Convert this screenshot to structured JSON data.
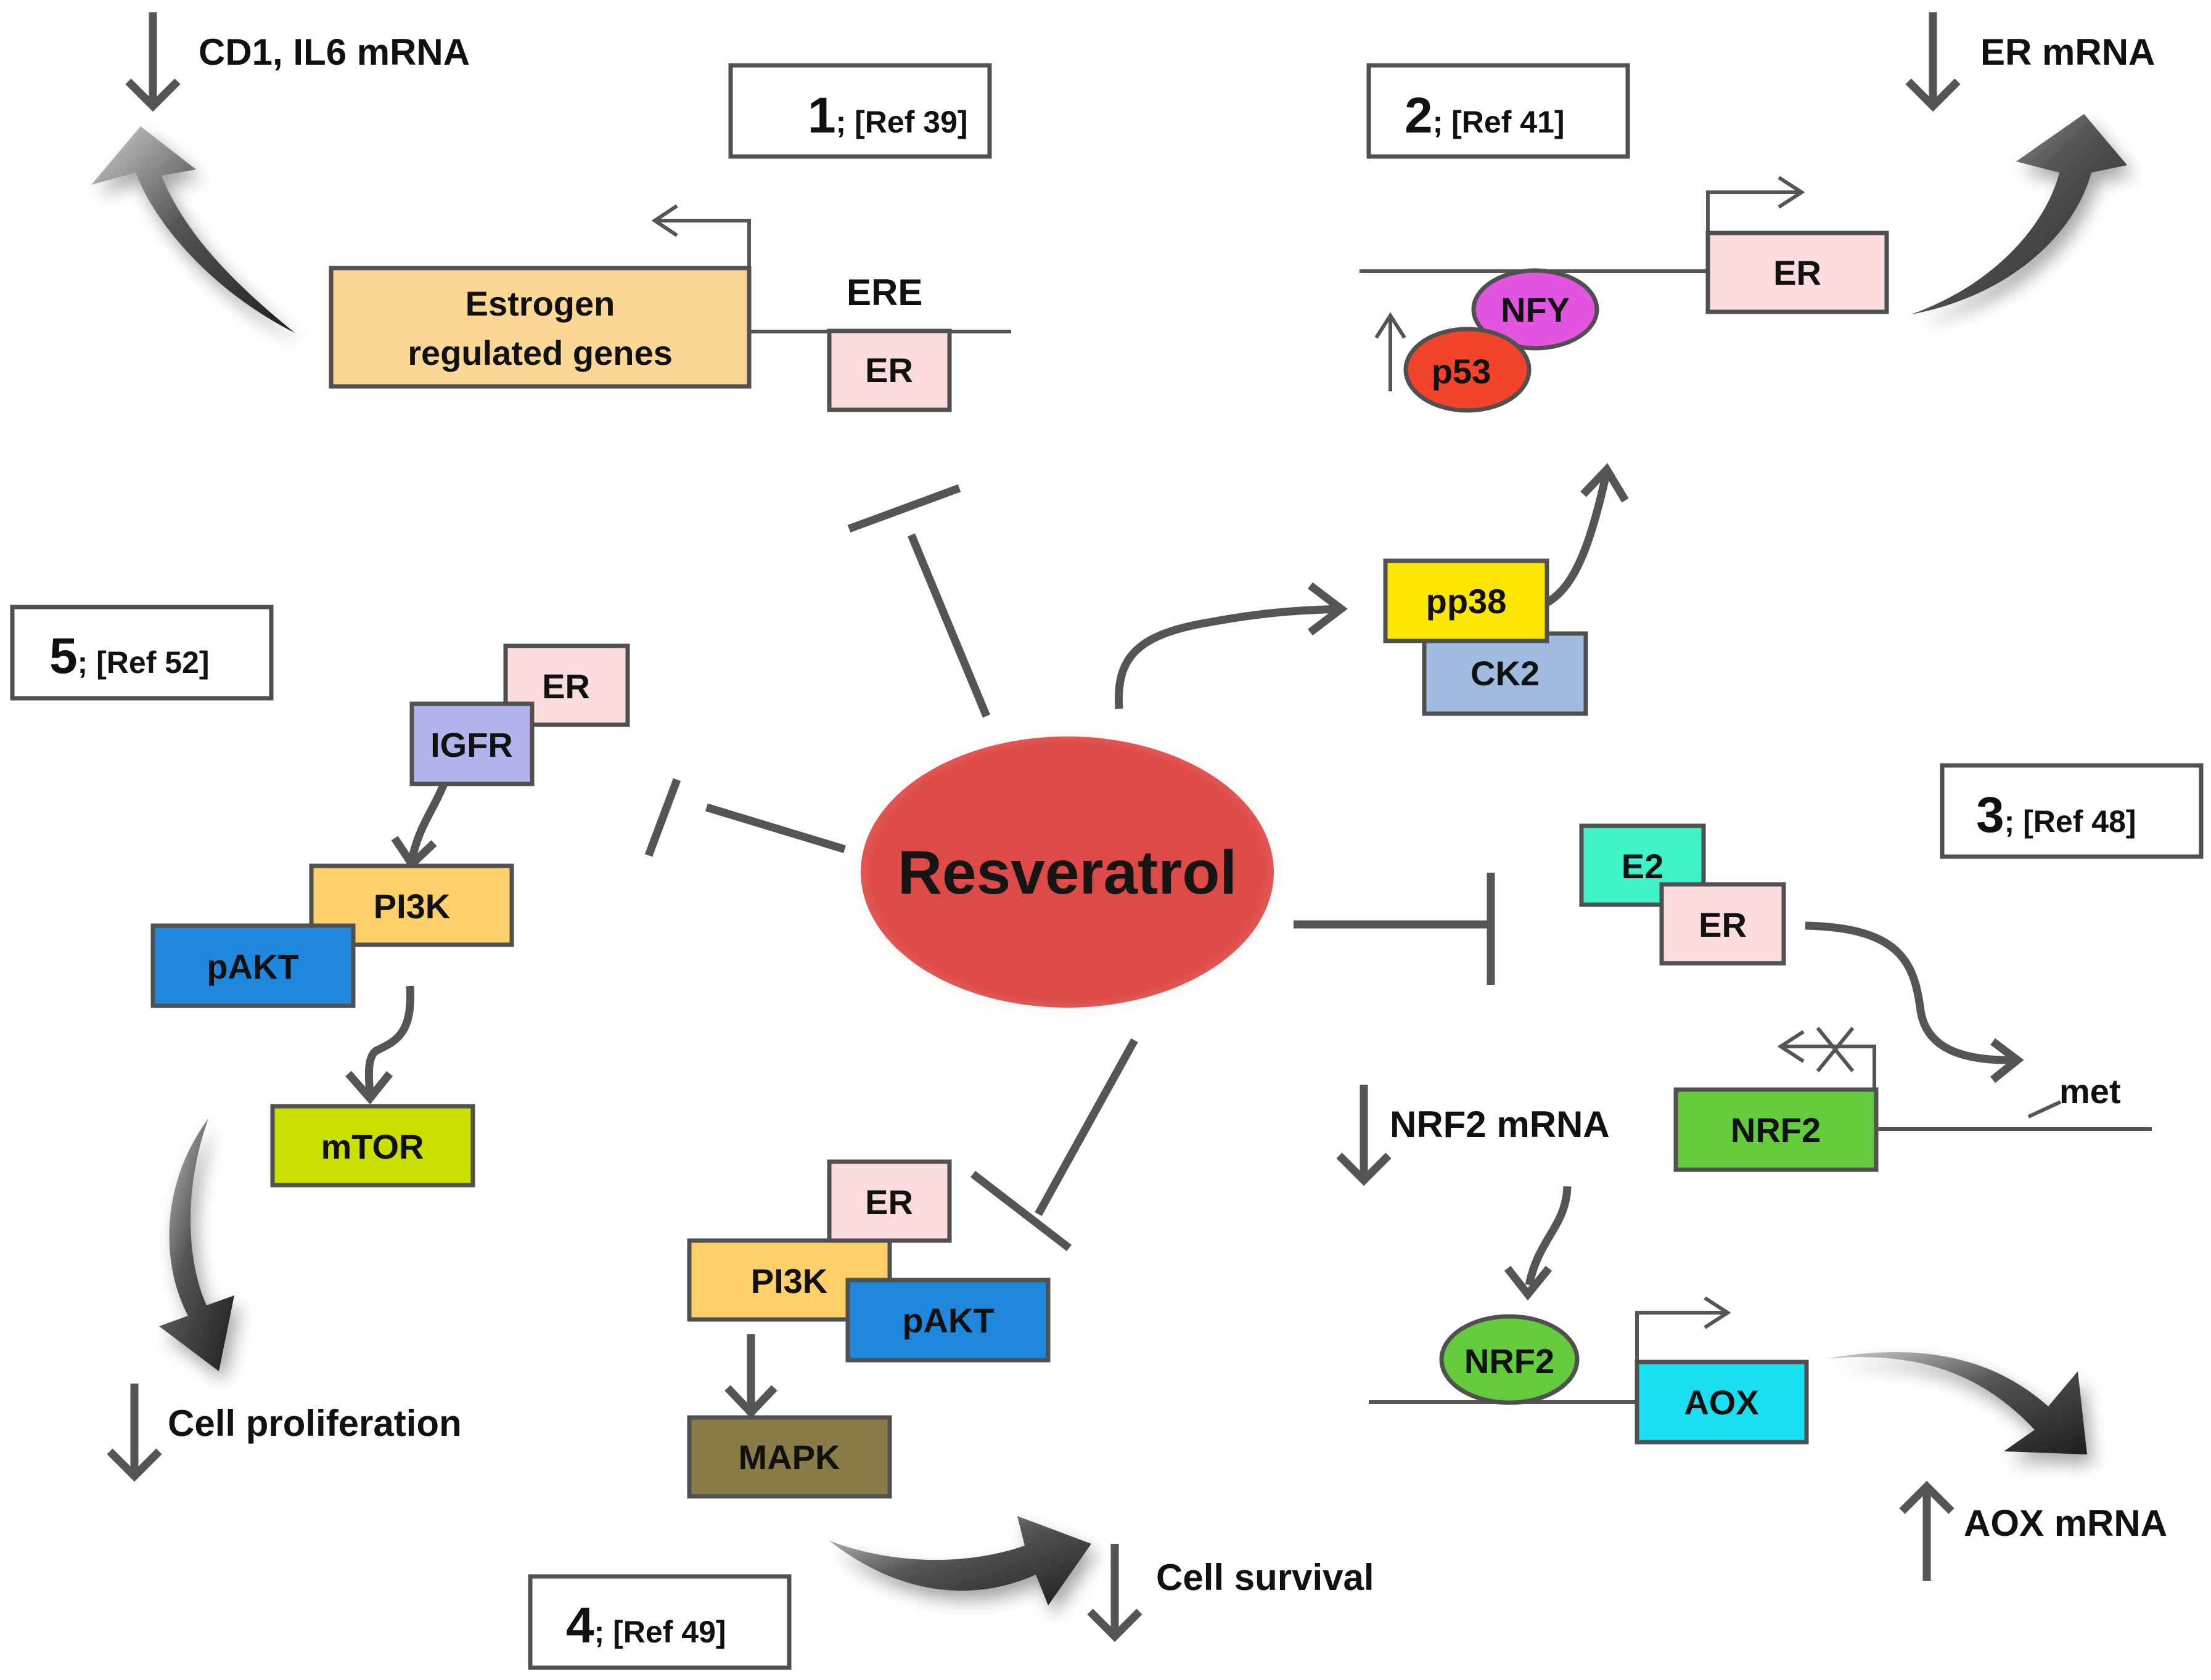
{
  "center": {
    "label": "Resveratrol",
    "color": "#dd4b49"
  },
  "panels": {
    "p1": {
      "num": "1",
      "ref": "; [Ref 39]"
    },
    "p2": {
      "num": "2",
      "ref": "; [Ref 41]"
    },
    "p3": {
      "num": "3",
      "ref": "; [Ref 48]"
    },
    "p4": {
      "num": "4",
      "ref": "; [Ref 49]"
    },
    "p5": {
      "num": "5",
      "ref": "; [Ref 52]"
    }
  },
  "labels": {
    "cd1_il6": "CD1, IL6 mRNA",
    "er_mrna": "ER mRNA",
    "ere": "ERE",
    "estrogen_genes_line1": "Estrogen",
    "estrogen_genes_line2": "regulated genes",
    "nrf2_mrna": "NRF2 mRNA",
    "aox_mrna": "AOX mRNA",
    "cell_survival": "Cell survival",
    "cell_proliferation": "Cell proliferation",
    "met": "met"
  },
  "nodes": {
    "er_p1": "ER",
    "er_p2": "ER",
    "nfy": "NFY",
    "p53": "p53",
    "pp38": "pp38",
    "ck2": "CK2",
    "e2": "E2",
    "er_p3": "ER",
    "nrf2_gene": "NRF2",
    "nrf2_protein": "NRF2",
    "aox": "AOX",
    "er_p4": "ER",
    "pi3k_p4": "PI3K",
    "pakt_p4": "pAKT",
    "mapk": "MAPK",
    "er_p5": "ER",
    "igfr": "IGFR",
    "pi3k_p5": "PI3K",
    "pakt_p5": "pAKT",
    "mtor": "mTOR"
  },
  "colors": {
    "estrogen_genes": "#fbd796",
    "er": "#fadcdc",
    "nfy": "#e354e0",
    "p53": "#f2442a",
    "pp38": "#ffe600",
    "ck2": "#9fbbdf",
    "e2": "#40f2c8",
    "nrf2": "#64cc3c",
    "aox": "#18e0f0",
    "pi3k": "#fdd06a",
    "pakt": "#1f88dc",
    "mapk": "#8a7c48",
    "igfr": "#b4b4ec",
    "mtor": "#cce000"
  }
}
